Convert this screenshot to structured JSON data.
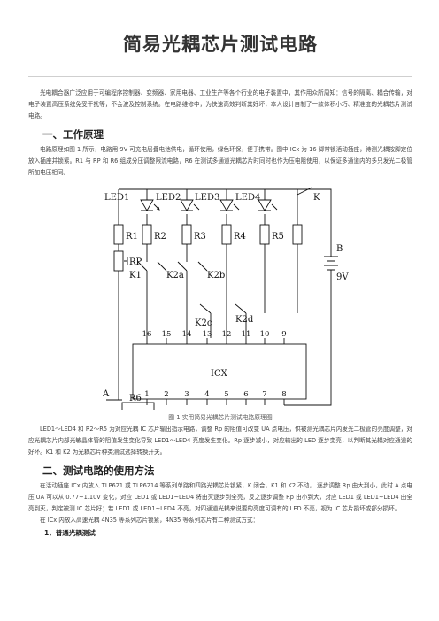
{
  "doc": {
    "title": "简易光耦芯片测试电路",
    "intro": "光电耦合器广泛应用于可编程序控制器、变频器、家用电器、工业生产等各个行业的电子装置中，其作用众所周知：信号的隔离、耦合传输，对电子装置高压系统免受干扰等，不会波及控制系统。在电路维修中，为快速高效判断其好坏，本人设计自制了一款体积小巧、精准度的光耦芯片测试电路。",
    "section1": "一、工作原理",
    "p1": "电路原理如图 1 所示，电路用 9V 可充电层叠电池供电，循环使用，绿色环保，便于携带。图中 ICx 为 16 脚带锁活动插座，待测光耦按脚定位放入插座并锁紧。R1 与 RP 和 R6 组成分压调整限流电路，R6 在测试多通道光耦芯片时同时也作为压电阻使用，以保证多通道内的多只发光二极管所加电压相同。",
    "caption": "图 1 实用简易光耦芯片测试电路原理图",
    "p2": "LED1～LED4 和 R2～R5 为对应光耦 IC 芯片输出指示电路，调整 Rp 的阻值可改变 UA 点电压，供被测光耦芯片内发光二极管的亮度调整，对应光耦芯片内部光敏晶体管的阻值发生变化导致 LED1～LED4 亮度发生变化。Rp 逐步减小，对应输出的 LED 逐步变亮，以判断其光耦对应通道的好坏。K1 和 K2 为光耦芯片种类测试选择转换开关。",
    "section2": "二、测试电路的使用方法",
    "p3": "在活动插座 ICx 内放入 TLP621 或 TLP6214 等系列单路和四路光耦芯片锁紧，K 闭合，K1 和 K2 不动， 逐步调整 Rp 由大到小，此时 A 点电压 UA 可以从 0.77~1.10V 变化，对应 LED1 或 LED1~LED4 将由灭逐步到全亮，反之逐步调整 Rp 由小到大，对应 LED1 或 LED1~LED4 由全亮到灭，判定被测 IC 芯片好；若 LED1 或 LED1~LED4 不亮，对四通道光耦来说要的亮度可调有的 LED 不亮，视为 IC 芯片损坏或部分损坏。",
    "p4": "在 ICx 内放入高速光耦 4N35 等系列芯片锁紧，4N35 等系列芯片有二种测试方式：",
    "sub1": "1．普通光耦测试"
  },
  "circuit": {
    "led_labels": [
      "LED1",
      "LED2",
      "LED3",
      "LED4"
    ],
    "switch_k": "K",
    "resistors": [
      "R1",
      "R2",
      "R3",
      "R4",
      "R5",
      "R6"
    ],
    "pot": "RP",
    "switches": [
      "K1",
      "K2a",
      "K2b",
      "K2c",
      "K2d"
    ],
    "battery": "B",
    "battery_v": "9V",
    "ic_label": "ICX",
    "top_pins": [
      "16",
      "15",
      "14",
      "13",
      "12",
      "11",
      "10",
      "9"
    ],
    "bottom_pins": [
      "1",
      "2",
      "3",
      "4",
      "5",
      "6",
      "7",
      "8"
    ],
    "node_a": "A"
  }
}
